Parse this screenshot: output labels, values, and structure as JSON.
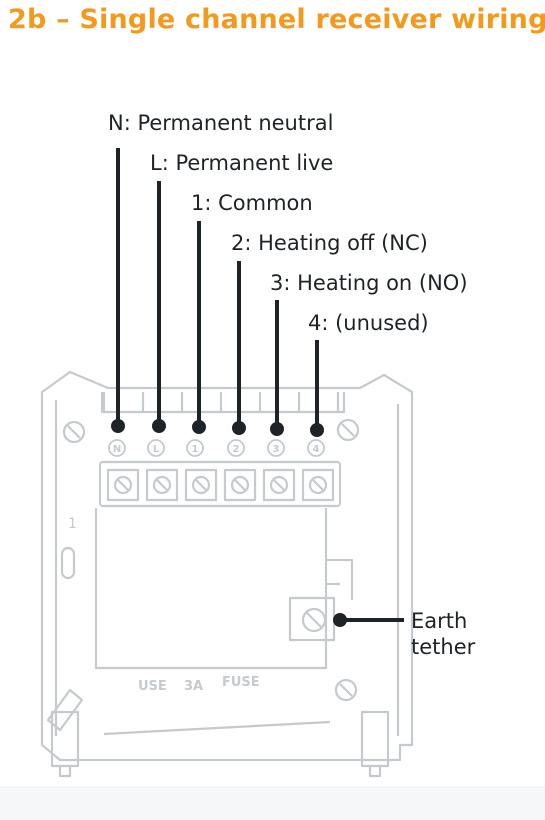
{
  "title": "2b – Single channel receiver wiring",
  "terminal_labels": [
    "N: Permanent neutral",
    "L: Permanent live",
    "1: Common",
    "2: Heating off (NC)",
    "3: Heating on (NO)",
    "4: (unused)"
  ],
  "terminal_markings": [
    "N",
    "L",
    "1",
    "2",
    "3",
    "4"
  ],
  "earth_label": [
    "Earth",
    "tether"
  ],
  "plate_marking_left": "1",
  "fuse_text": [
    "USE",
    "3A",
    "FUSE"
  ],
  "colors": {
    "title": "#f39a1d",
    "lines": "#1e2327",
    "outline": "#c5cacf",
    "background": "#ffffff"
  }
}
